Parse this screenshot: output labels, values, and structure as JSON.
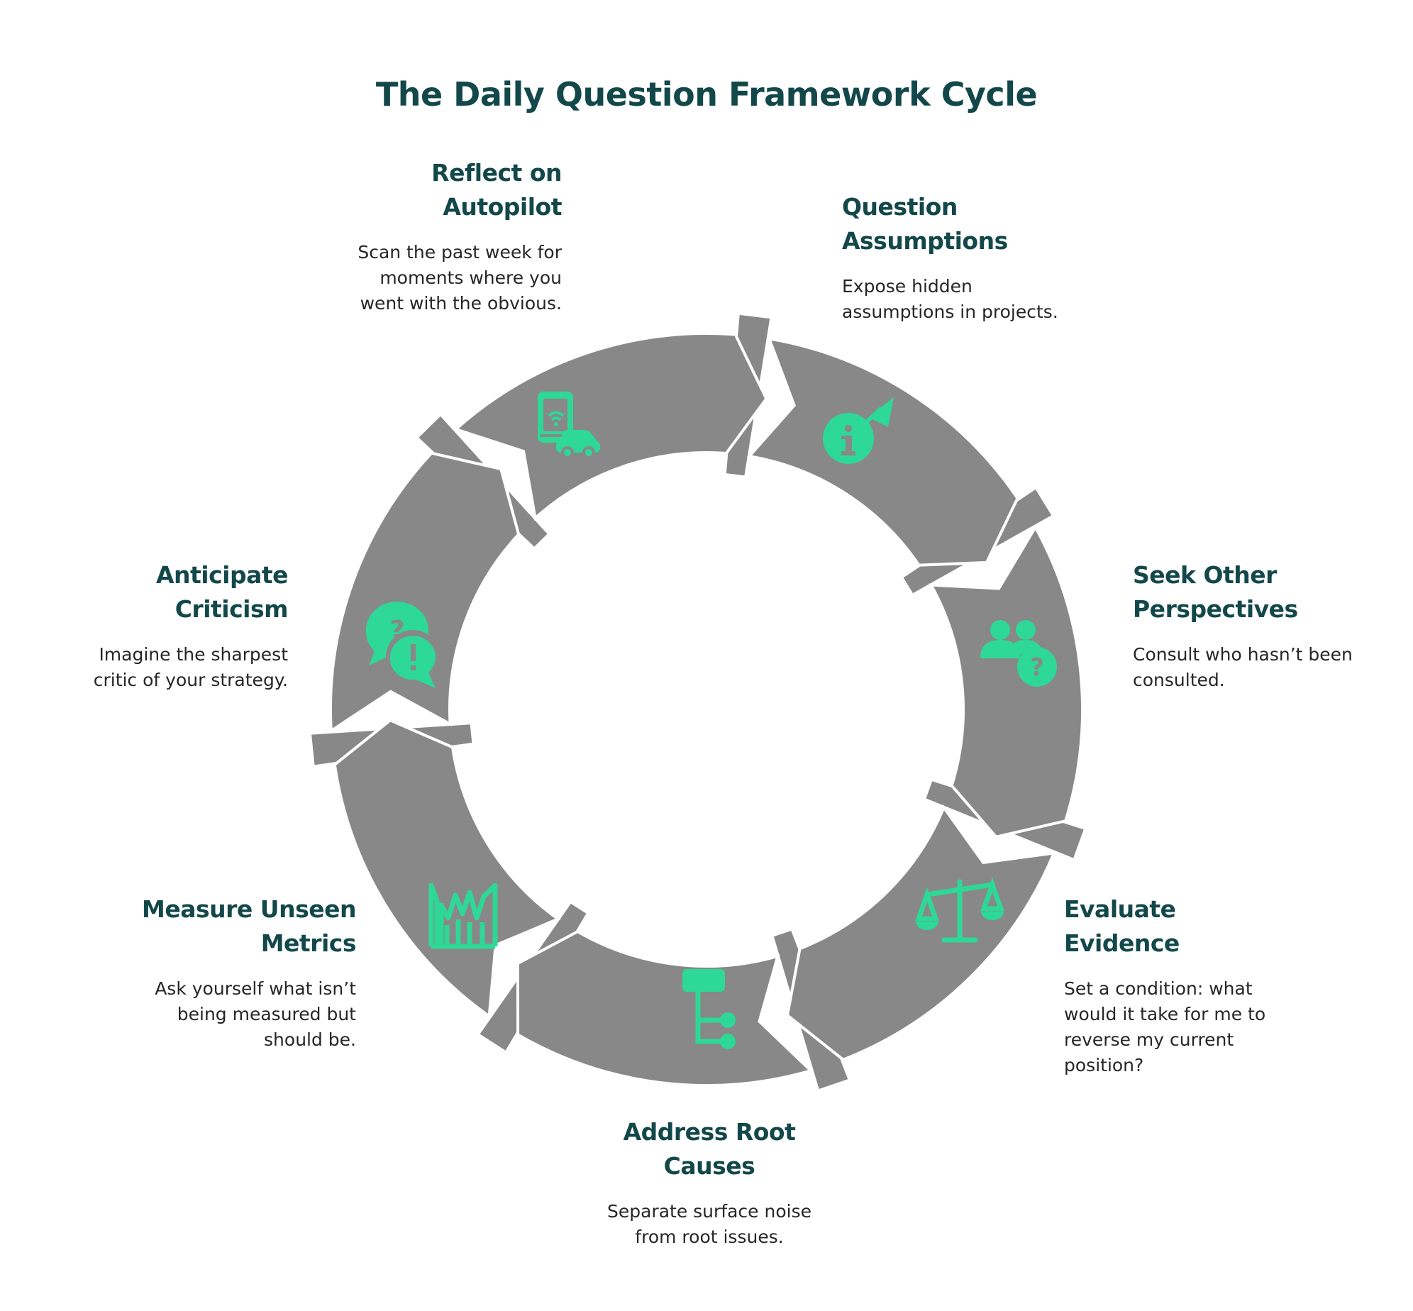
{
  "title": "The Daily Question Framework Cycle",
  "colors": {
    "ring": "#888888",
    "icon": "#2ed896",
    "heading": "#13484a",
    "body": "#262626",
    "background": "#ffffff"
  },
  "steps": [
    {
      "title_line1": "Question",
      "title_line2": "Assumptions",
      "desc_line1": "Expose hidden",
      "desc_line2": "assumptions in projects.",
      "desc_line3": "",
      "desc_line4": "",
      "icon": "info-target-icon"
    },
    {
      "title_line1": "Seek Other",
      "title_line2": "Perspectives",
      "desc_line1": "Consult who hasn’t been",
      "desc_line2": "consulted.",
      "desc_line3": "",
      "desc_line4": "",
      "icon": "people-question-icon"
    },
    {
      "title_line1": "Evaluate",
      "title_line2": "Evidence",
      "desc_line1": "Set a condition: what",
      "desc_line2": "would it take for me to",
      "desc_line3": "reverse my current",
      "desc_line4": "position?",
      "icon": "scale-icon"
    },
    {
      "title_line1": "Address Root",
      "title_line2": "Causes",
      "desc_line1": "Separate surface noise",
      "desc_line2": "from root issues.",
      "desc_line3": "",
      "desc_line4": "",
      "icon": "root-tree-icon"
    },
    {
      "title_line1": "Measure Unseen",
      "title_line2": "Metrics",
      "desc_line1": "Ask yourself what isn’t",
      "desc_line2": "being measured but",
      "desc_line3": "should be.",
      "desc_line4": "",
      "icon": "factory-metrics-icon"
    },
    {
      "title_line1": "Anticipate",
      "title_line2": "Criticism",
      "desc_line1": "Imagine the sharpest",
      "desc_line2": "critic of your strategy.",
      "desc_line3": "",
      "desc_line4": "",
      "icon": "speech-bubbles-icon"
    },
    {
      "title_line1": "Reflect on",
      "title_line2": "Autopilot",
      "desc_line1": "Scan the past week for",
      "desc_line2": "moments where you",
      "desc_line3": "went with the obvious.",
      "desc_line4": "",
      "icon": "phone-car-icon"
    }
  ]
}
